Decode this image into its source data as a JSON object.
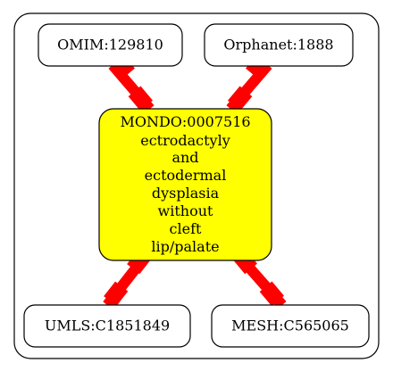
{
  "diagram": {
    "center_node": {
      "id": "MONDO:0007516",
      "label_lines": [
        "MONDO:0007516",
        "ectrodactyly",
        "and",
        "ectodermal",
        "dysplasia",
        "without",
        "cleft",
        "lip/palate"
      ],
      "fill_color": "#ffff00"
    },
    "neighbors": {
      "top_left": {
        "label": "OMIM:129810"
      },
      "top_right": {
        "label": "Orphanet:1888"
      },
      "bottom_left": {
        "label": "UMLS:C1851849"
      },
      "bottom_right": {
        "label": "MESH:C565065"
      }
    },
    "edge_color": "#ff0000",
    "node_border_color": "#000000",
    "background_color": "#ffffff"
  }
}
